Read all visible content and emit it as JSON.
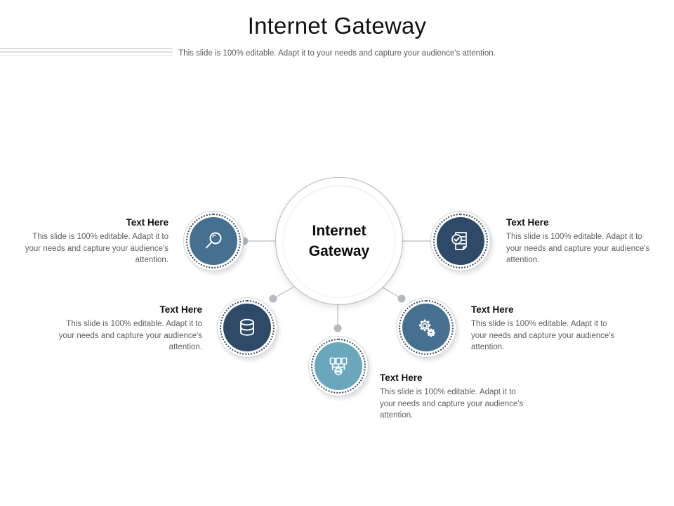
{
  "header": {
    "title": "Internet Gateway",
    "subtitle": "This slide is 100% editable. Adapt it to your needs and capture your audience's attention."
  },
  "hub": {
    "label": "Internet\nGateway"
  },
  "colors": {
    "steel_blue": "#45708f",
    "navy_blue": "#2e4a68",
    "light_teal": "#6aa7bc",
    "dotted_ring": "#3b4a5a",
    "connector": "#b9bec4",
    "heading": "#111111",
    "body": "#5e5e5e",
    "rule": "#dcdcdc"
  },
  "nodes": [
    {
      "id": "search",
      "icon": "magnifier-icon",
      "color": "#45708f",
      "heading": "Text Here",
      "body": "This slide is 100% editable. Adapt it to your needs and capture your audience's attention."
    },
    {
      "id": "checklist",
      "icon": "checklist-document-icon",
      "color": "#2e4a68",
      "heading": "Text Here",
      "body": "This slide is 100% editable. Adapt it to your needs and capture your audience's attention."
    },
    {
      "id": "database",
      "icon": "database-icon",
      "color": "#2e4a68",
      "heading": "Text Here",
      "body": "This slide is 100% editable. Adapt it to your needs and capture your audience's attention."
    },
    {
      "id": "settings",
      "icon": "gears-icon",
      "color": "#45708f",
      "heading": "Text Here",
      "body": "This slide is 100% editable. Adapt it to your needs and capture your audience's attention."
    },
    {
      "id": "network",
      "icon": "network-topology-icon",
      "color": "#6aa7bc",
      "heading": "Text Here",
      "body": "This slide is 100% editable. Adapt it to your needs and capture your audience's attention."
    }
  ]
}
